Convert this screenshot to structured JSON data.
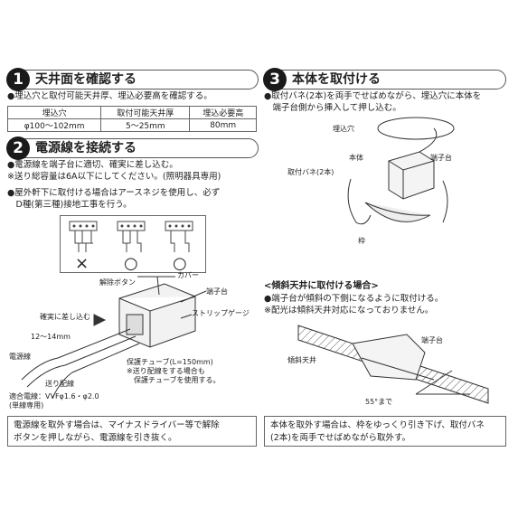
{
  "section1": {
    "number": "1",
    "title": "天井面を確認する",
    "bullet": "●埋込穴と取付可能天井厚、埋込必要高を確認する。",
    "table": {
      "headers": [
        "埋込穴",
        "取付可能天井厚",
        "埋込必要高"
      ],
      "row": [
        "φ100〜102mm",
        "5〜25mm",
        "80mm"
      ]
    }
  },
  "section2": {
    "number": "2",
    "title": "電源線を接続する",
    "lines": [
      "●電源線を端子台に適切、確実に差し込む。",
      "※送り総容量は6A以下にしてください。(照明器具専用)",
      "●屋外軒下に取付ける場合はアースネジを使用し、必ず",
      "　D種(第三種)接地工事を行う。"
    ],
    "judgements": [
      "×",
      "○",
      "○"
    ],
    "labels": {
      "release_button": "解除ボタン",
      "cover": "カバー",
      "terminal": "端子台",
      "strip_gauge": "ストリップゲージ",
      "insert": "確実に差し込む",
      "strip_length": "12〜14mm",
      "power_line": "電源線",
      "feed_line": "送り配線",
      "tube": "保護チューブ(L=150mm)",
      "tube_note1": "※送り配線をする場合も",
      "tube_note2": "保護チューブを使用する。",
      "wire_spec": "適合電線：VVFφ1.6・φ2.0",
      "wire_note": "(単線専用)"
    },
    "note": [
      "電源線を取外す場合は、マイナスドライバー等で解除",
      "ボタンを押しながら、電源線を引き抜く。"
    ]
  },
  "section3": {
    "number": "3",
    "title": "本体を取付ける",
    "lines": [
      "●取付バネ(2本)を両手でせばめながら、埋込穴に本体を",
      "　端子台側から挿入して押し込む。"
    ],
    "labels": {
      "hole": "埋込穴",
      "body": "本体",
      "terminal": "端子台",
      "spring": "取付バネ(2本)",
      "frame": "枠"
    },
    "slope_title": "<傾斜天井に取付ける場合>",
    "slope_lines": [
      "●端子台が傾斜の下側になるように取付ける。",
      "※配光は傾斜天井対応になっておりません。"
    ],
    "slope_labels": {
      "terminal": "端子台",
      "ceiling": "傾斜天井",
      "angle": "55°まで"
    },
    "note": [
      "本体を取外す場合は、枠をゆっくり引き下げ、取付バネ",
      "(2本)を両手でせばめながら取外す。"
    ]
  }
}
